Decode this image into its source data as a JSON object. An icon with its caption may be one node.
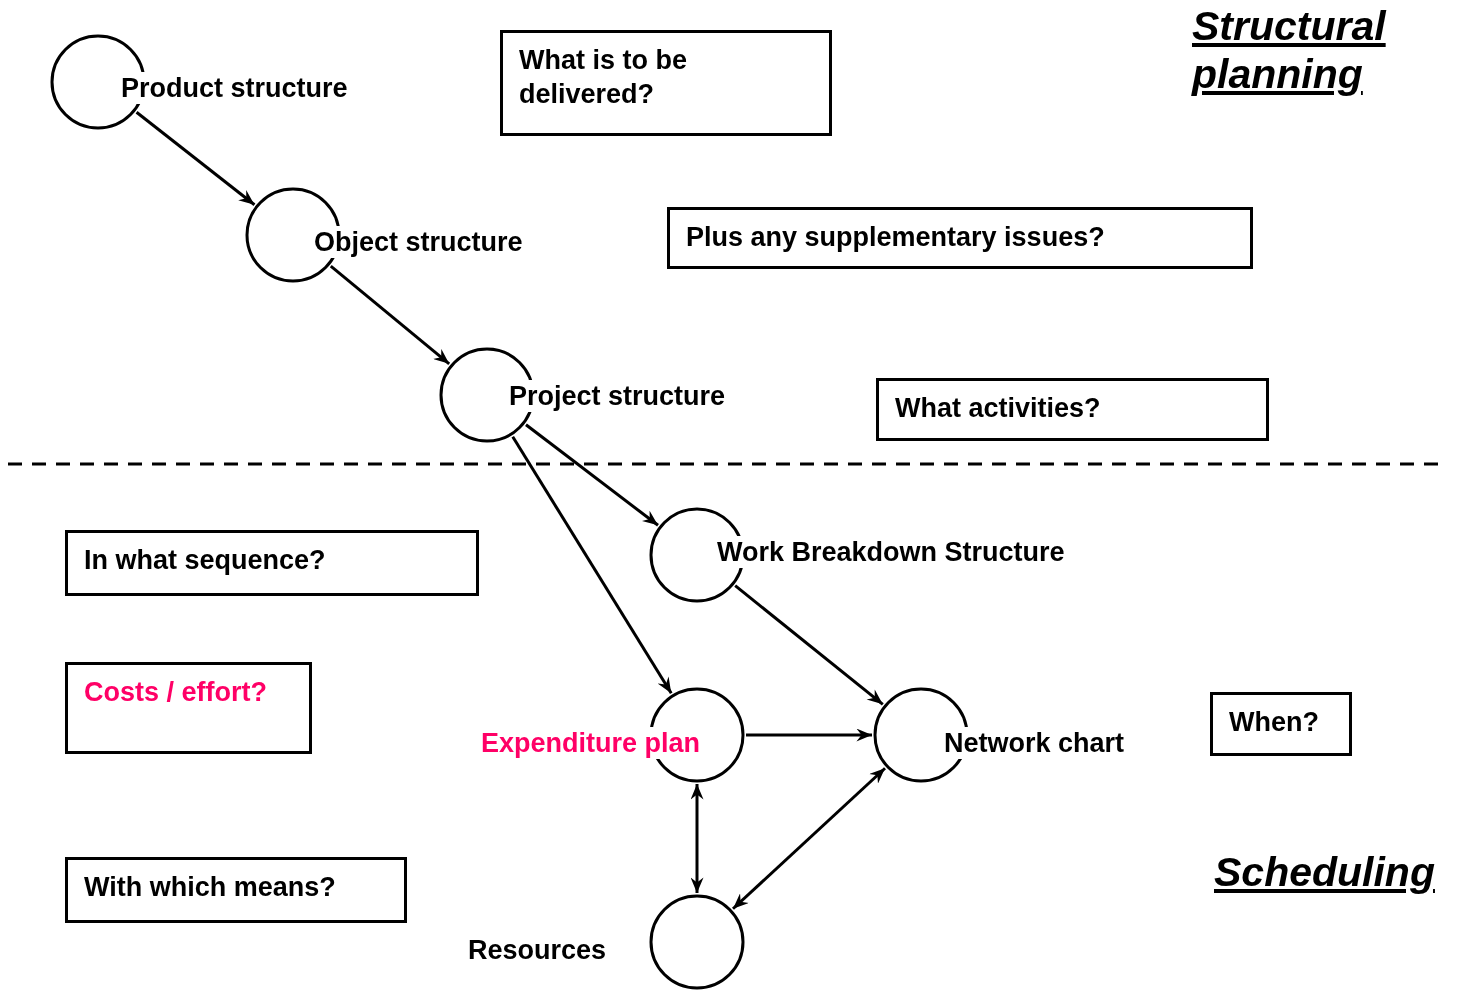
{
  "diagram": {
    "nodes": [
      {
        "text": [
          "Product structure"
        ]
      },
      {
        "text": [
          "What is to be delivered?"
        ]
      },
      {
        "text": [
          "Object structure"
        ]
      },
      {
        "text": [
          "Plus any supplementary issues?"
        ]
      },
      {
        "text": [
          "Project structure"
        ]
      },
      {
        "text": [
          "What activities?"
        ]
      },
      {
        "text": [
          "In what sequence?"
        ]
      },
      {
        "text": [
          "Work Breakdown Structure"
        ]
      },
      {
        "text": [
          "Costs / effort?"
        ]
      },
      {
        "text": [
          "Expenditure plan"
        ]
      },
      {
        "text": [
          "Network chart"
        ]
      },
      {
        "text": [
          "When?"
        ]
      },
      {
        "text": [
          "With which means?"
        ]
      },
      {
        "text": [
          "Resources"
        ]
      }
    ],
    "edges": [
      {
        "from": 0,
        "to": 2,
        "arrow": "to"
      },
      {
        "from": 2,
        "to": 4,
        "arrow": "to"
      },
      {
        "from": 4,
        "to": 7,
        "arrow": "to"
      },
      {
        "from": 4,
        "to": 9,
        "arrow": "to"
      },
      {
        "from": 7,
        "to": 10,
        "arrow": "to"
      },
      {
        "from": 9,
        "to": 10,
        "arrow": "to"
      },
      {
        "from": 9,
        "to": 13,
        "arrow": "both"
      },
      {
        "from": 10,
        "to": 13,
        "arrow": "both"
      }
    ],
    "labels": [
      "Structural planning",
      "Scheduling"
    ]
  }
}
